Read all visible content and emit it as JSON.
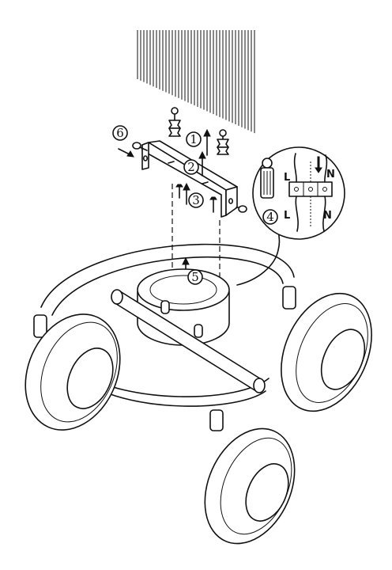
{
  "steps": [
    {
      "id": "step-1",
      "label": "1"
    },
    {
      "id": "step-2",
      "label": "2"
    },
    {
      "id": "step-3",
      "label": "3"
    },
    {
      "id": "step-4",
      "label": "4"
    },
    {
      "id": "step-5",
      "label": "5"
    },
    {
      "id": "step-6",
      "label": "6"
    }
  ],
  "wiring": {
    "live_label": "L",
    "neutral_label": "N",
    "live_label_lower": "L",
    "neutral_label_lower": "N"
  },
  "colors": {
    "ink": "#111111",
    "paper": "#ffffff"
  }
}
